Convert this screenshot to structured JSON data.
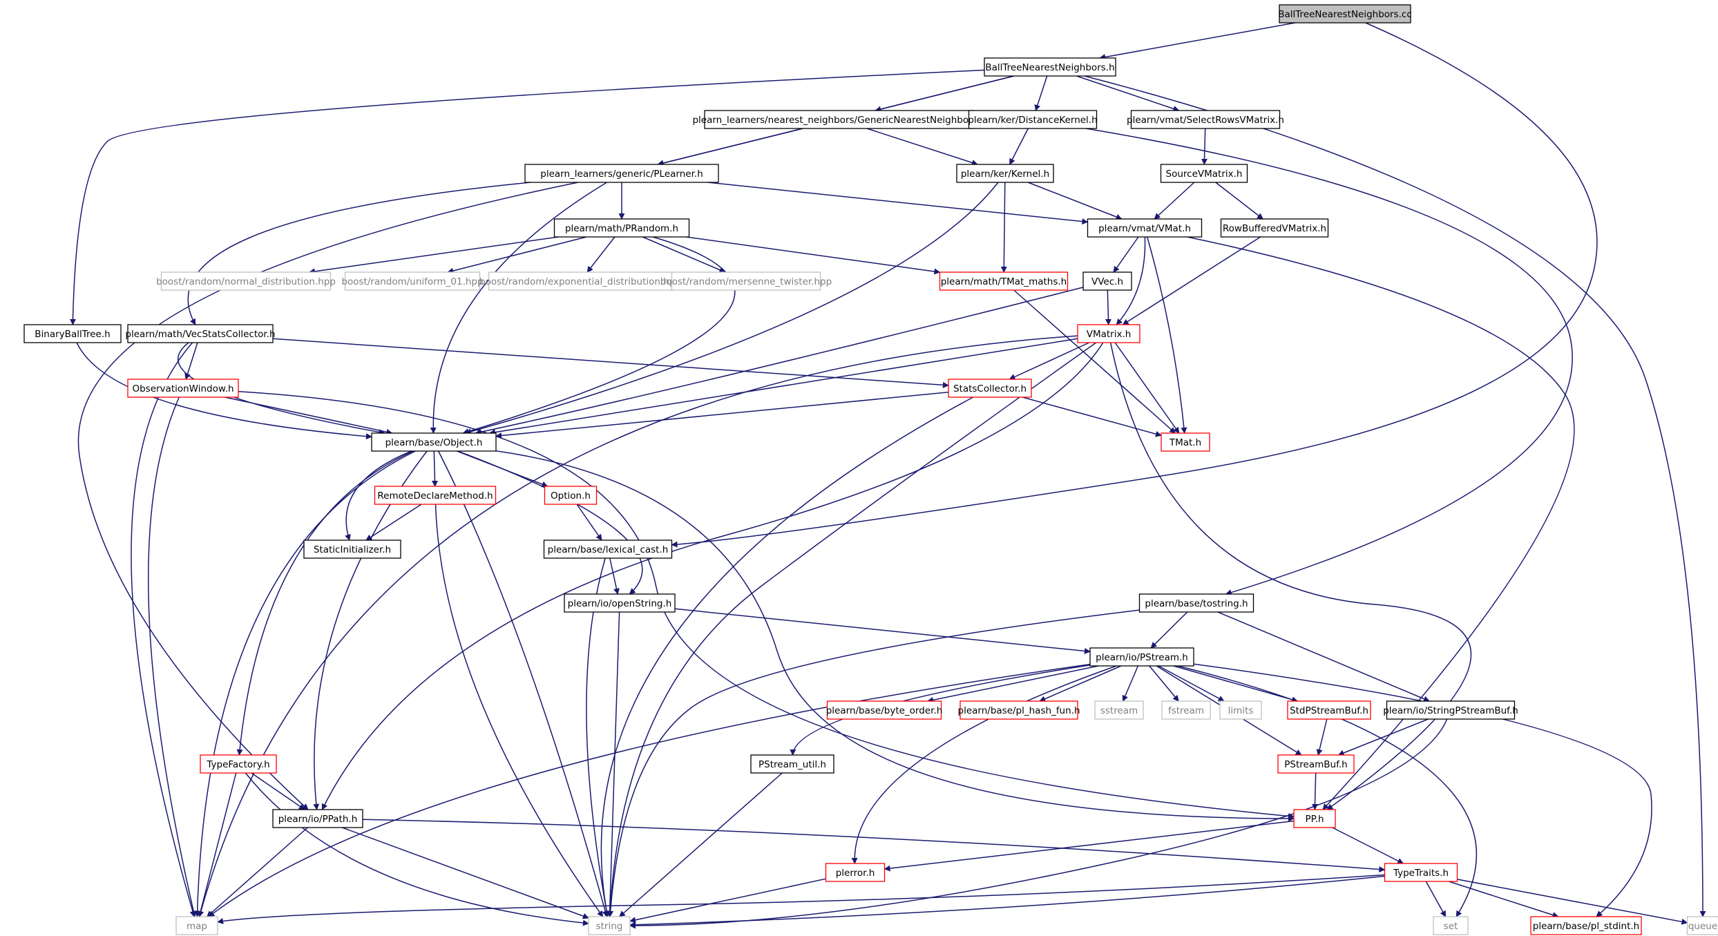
{
  "colors": {
    "edge": "#191970",
    "box_black": "#000000",
    "box_red": "#ff0000",
    "box_gray": "#bfbfbf",
    "root_fill": "#bfbfbf",
    "text_normal": "#000000",
    "text_gray": "#808080"
  },
  "nodes": [
    {
      "id": "root",
      "label": "BallTreeNearestNeighbors.cc",
      "style": "root"
    },
    {
      "id": "btnn_h",
      "label": "BallTreeNearestNeighbors.h",
      "style": "black"
    },
    {
      "id": "gnn",
      "label": "plearn_learners/nearest_neighbors/GenericNearestNeighbors.h",
      "style": "black"
    },
    {
      "id": "dkernel",
      "label": "plearn/ker/DistanceKernel.h",
      "style": "black"
    },
    {
      "id": "selrows",
      "label": "plearn/vmat/SelectRowsVMatrix.h",
      "style": "black"
    },
    {
      "id": "plearner",
      "label": "plearn_learners/generic/PLearner.h",
      "style": "black"
    },
    {
      "id": "kernel",
      "label": "plearn/ker/Kernel.h",
      "style": "black"
    },
    {
      "id": "srcvm",
      "label": "SourceVMatrix.h",
      "style": "black"
    },
    {
      "id": "prandom",
      "label": "plearn/math/PRandom.h",
      "style": "black"
    },
    {
      "id": "vmat",
      "label": "plearn/vmat/VMat.h",
      "style": "black"
    },
    {
      "id": "rowbuf",
      "label": "RowBufferedVMatrix.h",
      "style": "black"
    },
    {
      "id": "normal",
      "label": "boost/random/normal_distribution.hpp",
      "style": "gray"
    },
    {
      "id": "uniform",
      "label": "boost/random/uniform_01.hpp",
      "style": "gray"
    },
    {
      "id": "expo",
      "label": "boost/random/exponential_distribution.hpp",
      "style": "gray"
    },
    {
      "id": "mersenne",
      "label": "boost/random/mersenne_twister.hpp",
      "style": "gray"
    },
    {
      "id": "tmatmaths",
      "label": "plearn/math/TMat_maths.h",
      "style": "red"
    },
    {
      "id": "vvec",
      "label": "VVec.h",
      "style": "black"
    },
    {
      "id": "bbt",
      "label": "BinaryBallTree.h",
      "style": "black"
    },
    {
      "id": "vecstats",
      "label": "plearn/math/VecStatsCollector.h",
      "style": "black"
    },
    {
      "id": "vmatrix",
      "label": "VMatrix.h",
      "style": "red"
    },
    {
      "id": "obswin",
      "label": "ObservationWindow.h",
      "style": "red"
    },
    {
      "id": "statscol",
      "label": "StatsCollector.h",
      "style": "red"
    },
    {
      "id": "object",
      "label": "plearn/base/Object.h",
      "style": "black"
    },
    {
      "id": "tmat",
      "label": "TMat.h",
      "style": "red"
    },
    {
      "id": "remote",
      "label": "RemoteDeclareMethod.h",
      "style": "red"
    },
    {
      "id": "option",
      "label": "Option.h",
      "style": "red"
    },
    {
      "id": "staticinit",
      "label": "StaticInitializer.h",
      "style": "black"
    },
    {
      "id": "lexcast",
      "label": "plearn/base/lexical_cast.h",
      "style": "black"
    },
    {
      "id": "tostring",
      "label": "plearn/base/tostring.h",
      "style": "black"
    },
    {
      "id": "openstr",
      "label": "plearn/io/openString.h",
      "style": "black"
    },
    {
      "id": "pstream",
      "label": "plearn/io/PStream.h",
      "style": "black"
    },
    {
      "id": "byteorder",
      "label": "plearn/base/byte_order.h",
      "style": "red"
    },
    {
      "id": "hashfun",
      "label": "plearn/base/pl_hash_fun.h",
      "style": "red"
    },
    {
      "id": "sstream",
      "label": "sstream",
      "style": "gray"
    },
    {
      "id": "fstream",
      "label": "fstream",
      "style": "gray"
    },
    {
      "id": "limits",
      "label": "limits",
      "style": "gray"
    },
    {
      "id": "stdpsb",
      "label": "StdPStreamBuf.h",
      "style": "red"
    },
    {
      "id": "strpsb",
      "label": "plearn/io/StringPStreamBuf.h",
      "style": "black"
    },
    {
      "id": "typefactory",
      "label": "TypeFactory.h",
      "style": "red"
    },
    {
      "id": "psutil",
      "label": "PStream_util.h",
      "style": "black"
    },
    {
      "id": "psbuf",
      "label": "PStreamBuf.h",
      "style": "red"
    },
    {
      "id": "ppath",
      "label": "plearn/io/PPath.h",
      "style": "black"
    },
    {
      "id": "pp",
      "label": "PP.h",
      "style": "red"
    },
    {
      "id": "plerror",
      "label": "plerror.h",
      "style": "red"
    },
    {
      "id": "typetraits",
      "label": "TypeTraits.h",
      "style": "red"
    },
    {
      "id": "map",
      "label": "map",
      "style": "gray"
    },
    {
      "id": "string",
      "label": "string",
      "style": "gray"
    },
    {
      "id": "set",
      "label": "set",
      "style": "gray"
    },
    {
      "id": "stdint",
      "label": "plearn/base/pl_stdint.h",
      "style": "red"
    },
    {
      "id": "queue",
      "label": "queue",
      "style": "gray"
    }
  ]
}
